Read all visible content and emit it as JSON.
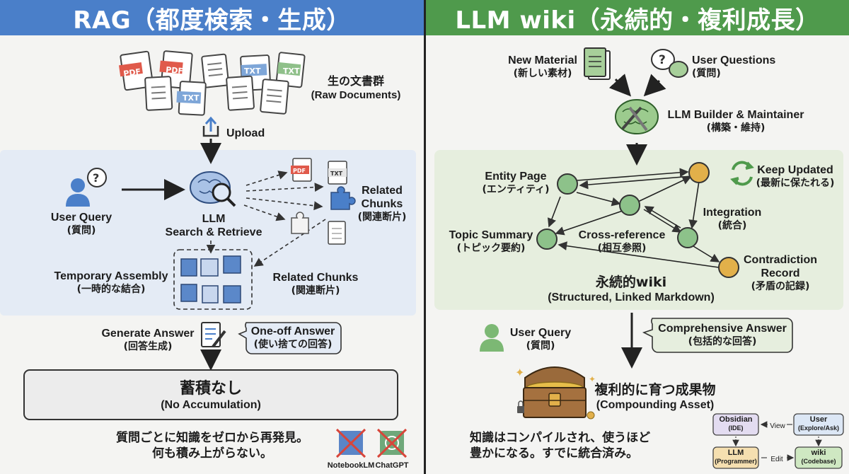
{
  "rag": {
    "title": "RAG（都度検索・生成）",
    "raw_docs": {
      "title": "生の文書群",
      "sub": "(Raw Documents)"
    },
    "upload": "Upload",
    "user_query": {
      "title": "User Query",
      "sub": "(質問)"
    },
    "llm": {
      "title": "LLM",
      "title2": "Search & Retrieve"
    },
    "related_chunks_top": {
      "line1": "Related",
      "line2": "Chunks",
      "sub": "(関連断片)"
    },
    "related_chunks_bottom": {
      "title": "Related Chunks",
      "sub": "(関連断片)"
    },
    "temp_assembly": {
      "title": "Temporary Assembly",
      "sub": "(一時的な結合)"
    },
    "generate": {
      "title": "Generate Answer",
      "sub": "(回答生成)"
    },
    "oneoff": {
      "title": "One-off Answer",
      "sub": "(使い捨ての回答)"
    },
    "no_accum": {
      "title": "蓄積なし",
      "sub": "(No Accumulation)"
    },
    "footer": {
      "line1": "質問ごとに知識をゼロから再発見。",
      "line2": "何も積み上がらない。"
    },
    "tools": [
      "NotebookLM",
      "ChatGPT"
    ],
    "doc_tags": [
      "PDF",
      "PDF",
      "TXT",
      "TXT",
      "TXT",
      "PDF",
      "TXT"
    ]
  },
  "wiki": {
    "title": "LLM wiki（永続的・複利成長）",
    "new_material": {
      "title": "New Material",
      "sub": "(新しい素材)"
    },
    "user_questions": {
      "title": "User Questions",
      "sub": "(質問)"
    },
    "builder": {
      "title": "LLM Builder & Maintainer",
      "sub": "(構築・維持)"
    },
    "entity_page": {
      "title": "Entity Page",
      "sub": "(エンティティ)"
    },
    "keep_updated": {
      "title": "Keep Updated",
      "sub": "(最新に保たれる)"
    },
    "integration": {
      "title": "Integration",
      "sub": "(統合)"
    },
    "topic_summary": {
      "title": "Topic Summary",
      "sub": "(トピック要約)"
    },
    "cross_reference": {
      "title": "Cross-reference",
      "sub": "(相互参照)"
    },
    "contradiction": {
      "line1": "Contradiction",
      "line2": "Record",
      "sub": "(矛盾の記録)"
    },
    "wiki_label": {
      "title": "永続的wiki",
      "sub": "(Structured, Linked Markdown)"
    },
    "user_query": {
      "title": "User Query",
      "sub": "(質問)"
    },
    "comprehensive": {
      "title": "Comprehensive Answer",
      "sub": "(包括的な回答)"
    },
    "asset": {
      "title": "複利的に育つ成果物",
      "sub": "(Compounding Asset)"
    },
    "footer": {
      "line1": "知識はコンパイルされ、使うほど",
      "line2": "豊かになる。すでに統合済み。"
    },
    "mini": {
      "obsidian": {
        "title": "Obsidian",
        "sub": "(IDE)"
      },
      "user": {
        "title": "User",
        "sub": "(Explore/Ask)"
      },
      "llm": {
        "title": "LLM",
        "sub": "(Programmer)"
      },
      "wiki": {
        "title": "wiki",
        "sub": "(Codebase)"
      },
      "view": "View",
      "edit": "Edit"
    }
  },
  "colors": {
    "rag_header": "#4a7fc9",
    "wiki_header": "#4f9a4c",
    "rag_panel": "#e4ebf5",
    "wiki_panel": "#e6eede",
    "node_green": "#8dc28a",
    "node_gold": "#e2b04a"
  }
}
